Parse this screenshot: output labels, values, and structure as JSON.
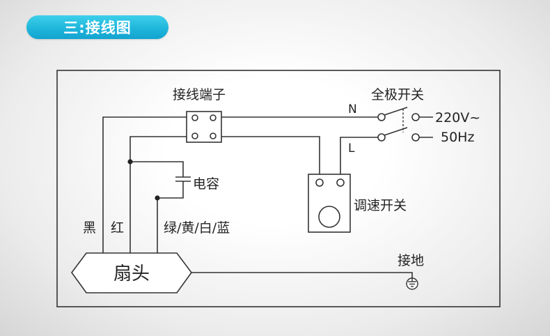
{
  "header": {
    "title": "三:接线图",
    "accent_color": "#1fb6dc"
  },
  "diagram": {
    "terminal_block_label": "接线端子",
    "main_switch_label": "全极开关",
    "neutral_label": "N",
    "live_label": "L",
    "voltage_label": "220V~",
    "frequency_label": "50Hz",
    "capacitor_label": "电容",
    "speed_switch_label": "调速开关",
    "wire_labels": [
      "黑",
      "红",
      "绿/黄/白/蓝"
    ],
    "ground_label": "接地",
    "fan_head_label": "扇头",
    "line_color": "#333333"
  }
}
